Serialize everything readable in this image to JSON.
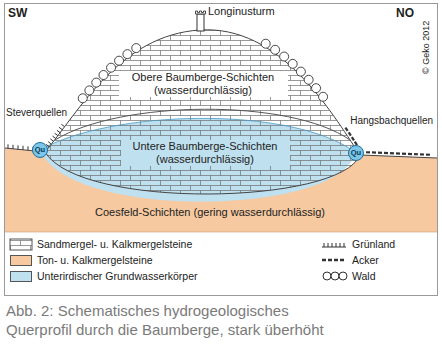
{
  "diagram": {
    "caption": "Abb. 2: Schematisches hydrogeologisches Querprofil durch die Baumberge, stark überhöht",
    "nodes": [
      {
        "text": [
          "Qu"
        ]
      },
      {
        "text": [
          "Qu"
        ]
      }
    ],
    "labels": [
      "SW",
      "NO",
      "© Geko 2012",
      "Longinusturm",
      "Obere Baumberge-Schichten (wasserdurchlässig)",
      "Untere Baumberge-Schichten (wasserdurchlässig)",
      "Steverquellen",
      "Hangsbachquellen",
      "Coesfeld-Schichten (gering wasserdurchlässig)"
    ],
    "legend": [
      {
        "text": "Sandmergel- u. Kalkmergelsteine"
      },
      {
        "text": "Ton- u. Kalkmergelsteine",
        "color": "#f6c9a0"
      },
      {
        "text": "Unterirdischer Grundwasserkörper",
        "color": "#bfe0ef"
      },
      {
        "text": "Grünland"
      },
      {
        "text": "Acker"
      },
      {
        "text": "Wald"
      }
    ]
  }
}
